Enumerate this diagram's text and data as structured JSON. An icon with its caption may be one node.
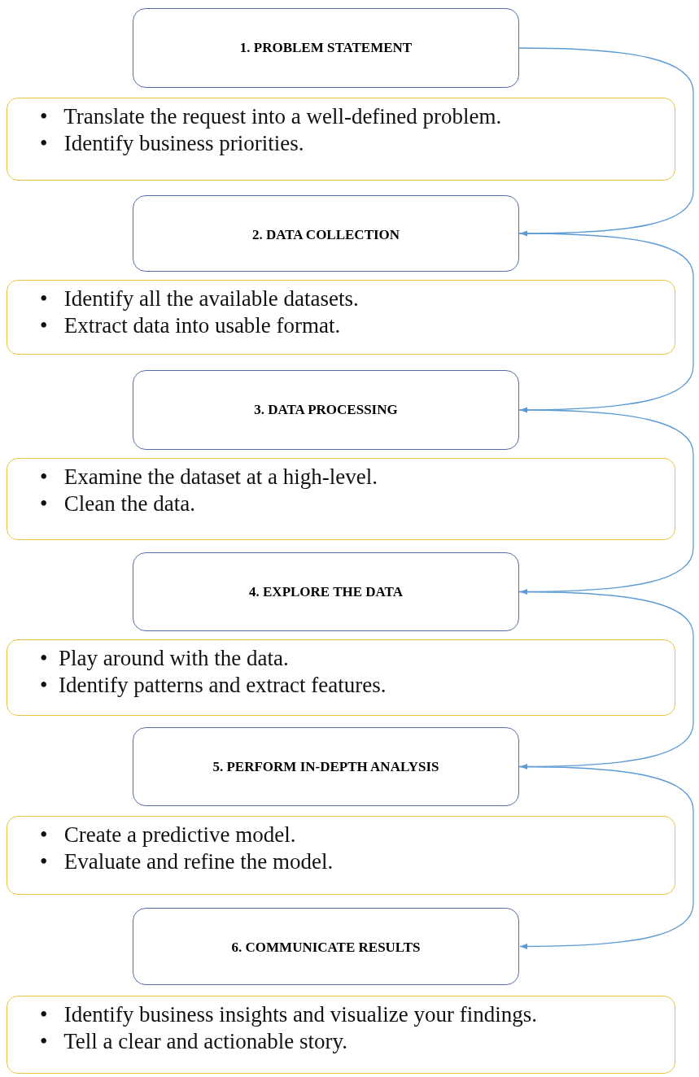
{
  "diagram": {
    "nodes": [
      {
        "text": [
          "1. PROBLEM STATEMENT"
        ]
      },
      {
        "text": [
          "•   Translate the request into a well-defined problem.",
          "•   Identify business priorities."
        ]
      },
      {
        "text": [
          "2. DATA COLLECTION"
        ]
      },
      {
        "text": [
          "•   Identify all the available datasets.",
          "•   Extract data into usable format."
        ]
      },
      {
        "text": [
          "3. DATA PROCESSING"
        ]
      },
      {
        "text": [
          "•   Examine the dataset at a high-level.",
          "•   Clean the data."
        ]
      },
      {
        "text": [
          "4. EXPLORE THE DATA"
        ]
      },
      {
        "text": [
          "•  Play around with the data.",
          "•  Identify patterns and extract features."
        ]
      },
      {
        "text": [
          "5. PERFORM IN-DEPTH ANALYSIS"
        ]
      },
      {
        "text": [
          "•   Create a predictive model.",
          "•   Evaluate and refine the model."
        ]
      },
      {
        "text": [
          "6. COMMUNICATE RESULTS"
        ]
      },
      {
        "text": [
          "•   Identify business insights and visualize your findings.",
          "•   Tell a clear and actionable story."
        ]
      }
    ],
    "edges": [
      {
        "from": 0,
        "to": 2,
        "arrow": "to"
      },
      {
        "from": 2,
        "to": 4,
        "arrow": "to"
      },
      {
        "from": 4,
        "to": 6,
        "arrow": "to"
      },
      {
        "from": 6,
        "to": 8,
        "arrow": "to"
      },
      {
        "from": 8,
        "to": 10,
        "arrow": "to"
      }
    ]
  }
}
